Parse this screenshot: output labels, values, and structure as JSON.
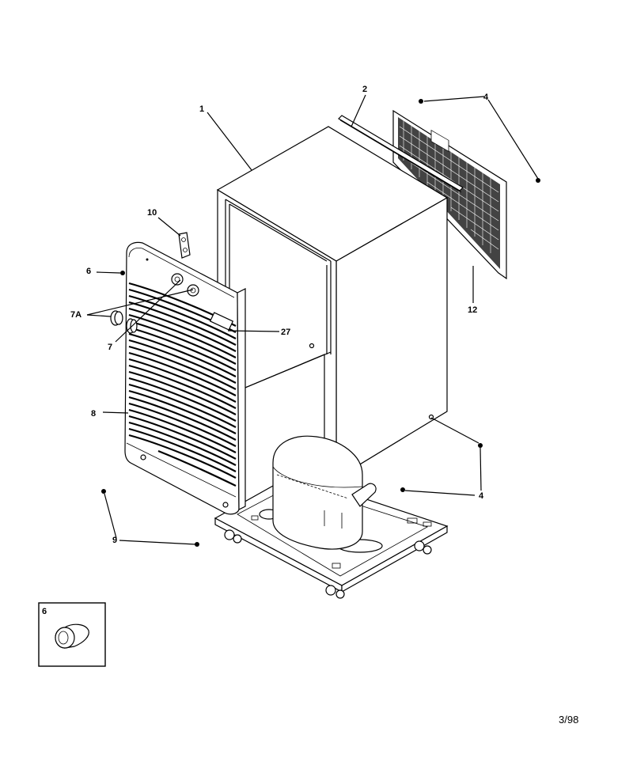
{
  "labels": {
    "p1": "1",
    "p2": "2",
    "p4a": "4",
    "p4b": "4",
    "p6": "6",
    "p7": "7",
    "p7a": "7A",
    "p8": "8",
    "p9": "9",
    "p10": "10",
    "p12": "12",
    "p27": "27",
    "inset": "6"
  },
  "footer": "3/98"
}
